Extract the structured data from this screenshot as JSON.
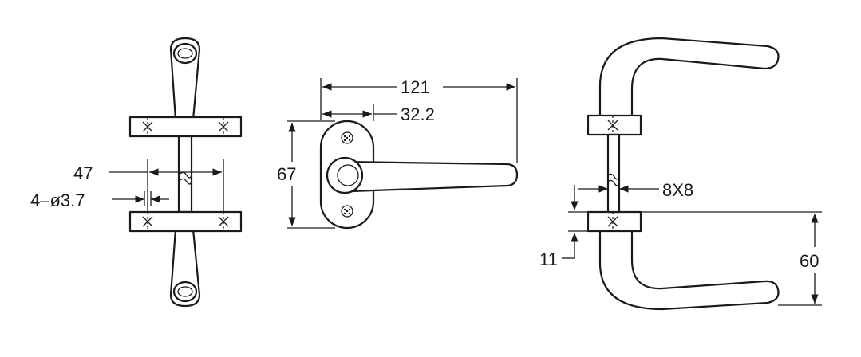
{
  "dimensions": {
    "d47": "47",
    "d4phi": "4–ø3.7",
    "d121": "121",
    "d32": "32.2",
    "d67": "67",
    "d8x8": "8X8",
    "d11": "11",
    "d60": "60"
  },
  "colors": {
    "line": "#1a1a1a",
    "background": "#ffffff"
  }
}
